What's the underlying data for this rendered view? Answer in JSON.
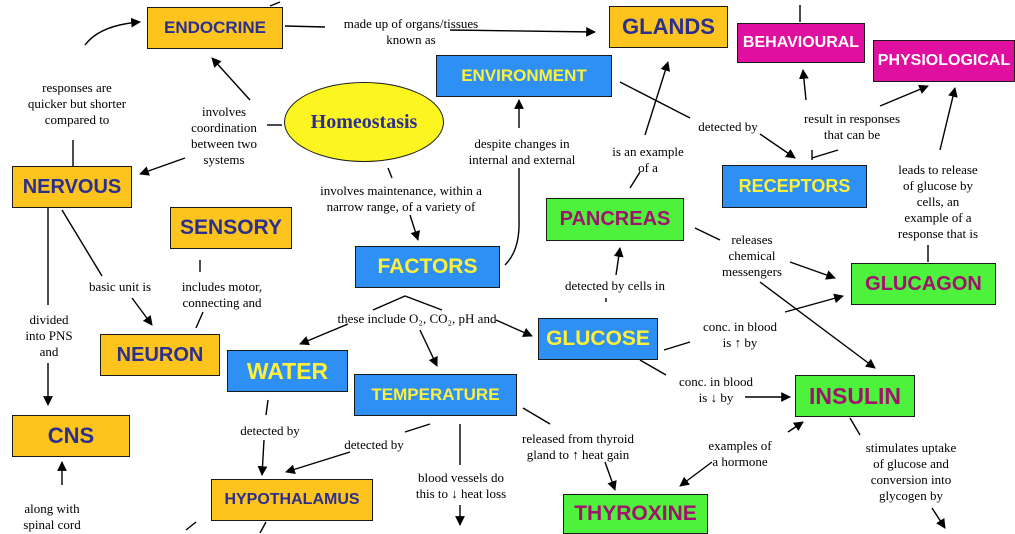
{
  "center": "Homeostasis",
  "nodes": {
    "endocrine": "ENDOCRINE",
    "glands": "GLANDS",
    "behavioural": "BEHAVIOURAL",
    "physiological": "PHYSIOLOGICAL",
    "environment": "ENVIRONMENT",
    "nervous": "NERVOUS",
    "receptors": "RECEPTORS",
    "sensory": "SENSORY",
    "pancreas": "PANCREAS",
    "factors": "FACTORS",
    "glucagon": "GLUCAGON",
    "glucose": "GLUCOSE",
    "neuron": "NEURON",
    "water": "WATER",
    "insulin": "INSULIN",
    "temperature": "TEMPERATURE",
    "cns": "CNS",
    "hypothalamus": "HYPOTHALAMUS",
    "thyroxine": "THYROXINE"
  },
  "labels": {
    "made_up_of": "made up of organs/tissues\nknown as",
    "responses_quicker": "responses are\nquicker but shorter\ncompared to",
    "involves_coordination": "involves\ncoordination\nbetween two\nsystems",
    "despite_changes": "despite changes in\ninternal and external",
    "is_an_example": "is an example\nof a",
    "detected_by_receptors": "detected by",
    "result_in_responses": "result in responses\nthat can be",
    "leads_to_release": "leads to release\nof glucose by\ncells, an\nexample of a\nresponse that is",
    "involves_maintenance": "involves maintenance, within a\nnarrow range, of a variety of",
    "includes_motor": "includes motor,\nconnecting and",
    "basic_unit": "basic unit is",
    "releases_chemical": "releases\nchemical\nmessengers",
    "detected_by_cells": "detected by cells in",
    "divided_into": "divided\ninto PNS\nand",
    "these_include": "these include O₂, CO₂, pH and",
    "conc_up": "conc. in blood\nis ↑ by",
    "conc_down": "conc. in blood\nis ↓ by",
    "detected_by_water": "detected by",
    "detected_by_temp": "detected by",
    "released_from_thyroid": "released from thyroid\ngland to ↑ heat gain",
    "examples_of_hormone": "examples of\na hormone",
    "stimulates_uptake": "stimulates uptake\nof glucose and\nconversion into\nglycogen by",
    "blood_vessels": "blood vessels do\nthis to ↓ heat loss",
    "along_with": "along with\nspinal cord"
  }
}
